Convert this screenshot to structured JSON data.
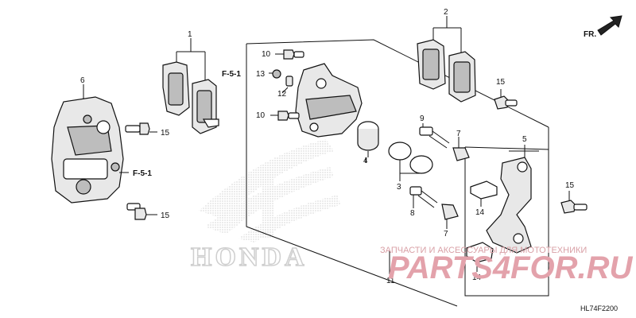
{
  "callouts": {
    "c1": "1",
    "c2": "2",
    "c3": "3",
    "c4": "4",
    "c5": "5",
    "c6": "6",
    "c7a": "7",
    "c7b": "7",
    "c8": "8",
    "c9": "9",
    "c10a": "10",
    "c10b": "10",
    "c11": "11",
    "c12": "12",
    "c13": "13",
    "c14a": "14",
    "c14b": "14",
    "c15a": "15",
    "c15b": "15",
    "c15c": "15",
    "c15d": "15"
  },
  "refs": {
    "f51_top": "F-5-1",
    "f51_left": "F-5-1"
  },
  "direction": {
    "front_label": "FR."
  },
  "diagram_code": "HL74F2200",
  "watermark": {
    "text": "ЗАПЧАСТИ И АКСЕССУАРЫ ДЛЯ МОТОТЕХНИКИ",
    "site": "PARTS4FOR.RU",
    "brand": "HONDA"
  },
  "colors": {
    "watermark": "#e3a2ab",
    "ink": "#111111"
  }
}
